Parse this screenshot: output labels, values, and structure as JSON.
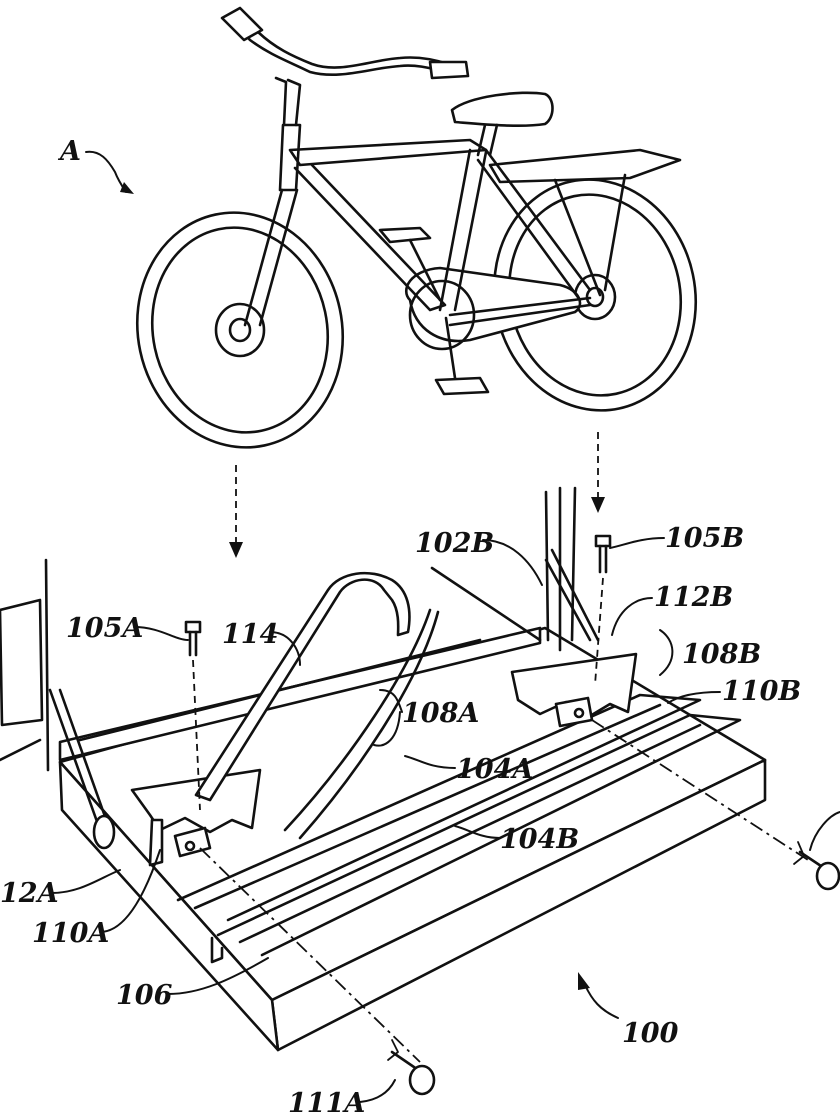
{
  "figure": {
    "labels": {
      "A": "A",
      "ref_100": "100",
      "ref_102B": "102B",
      "ref_104A": "104A",
      "ref_104B": "104B",
      "ref_105A": "105A",
      "ref_105B": "105B",
      "ref_106": "106",
      "ref_108A": "108A",
      "ref_108B": "108B",
      "ref_110A": "110A",
      "ref_110B": "110B",
      "ref_111A": "111A",
      "ref_112A": "12A",
      "ref_112B": "112B",
      "ref_114": "114"
    },
    "line_color": "#111111",
    "background": "#ffffff"
  }
}
